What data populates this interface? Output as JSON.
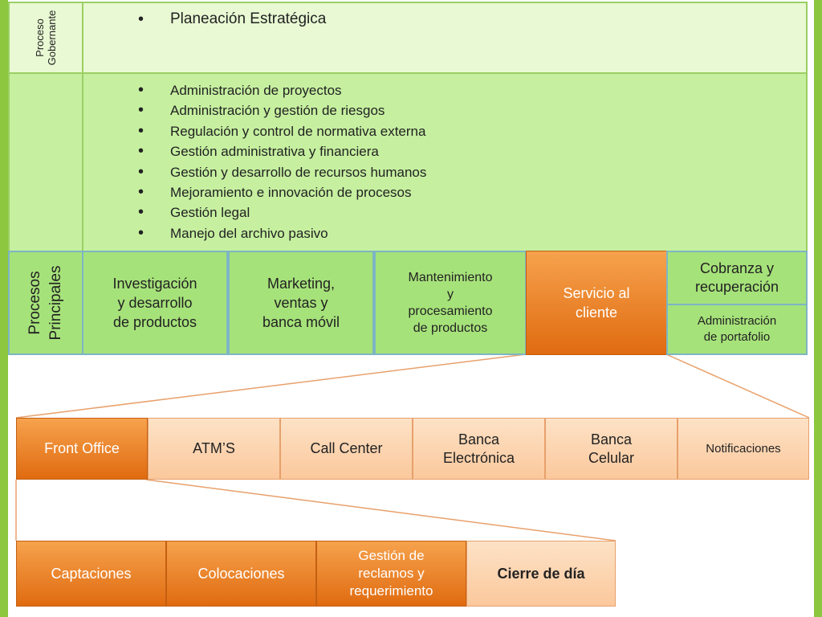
{
  "governing": {
    "label": "Proceso\nGobernante",
    "items": [
      "Planeación Estratégica"
    ]
  },
  "support": {
    "items": [
      "Administración de proyectos",
      "Administración y gestión de riesgos",
      "Regulación y control de normativa externa",
      "Gestión administrativa y financiera",
      "Gestión y desarrollo de recursos humanos",
      "Mejoramiento e innovación de procesos",
      "Gestión legal",
      "Manejo del archivo pasivo"
    ]
  },
  "principal": {
    "label": "Procesos\nPrincipales",
    "boxes": [
      "Investigación\ny desarrollo\nde productos",
      "Marketing,\nventas y\nbanca móvil",
      "Mantenimiento\ny\nprocesamiento\nde productos",
      "Servicio al\ncliente",
      "Cobranza y\nrecuperación",
      "Administración\nde portafolio"
    ]
  },
  "service_channels": [
    "Front Office",
    "ATM’S",
    "Call Center",
    "Banca\nElectrónica",
    "Banca\nCelular",
    "Notificaciones"
  ],
  "front_office": [
    "Captaciones",
    "Colocaciones",
    "Gestión de\nreclamos y\nrequerimiento",
    "Cierre de día"
  ],
  "colors": {
    "frame": "#8dc63f",
    "green_light": "#e8f9d3",
    "green_bright": "#a6e27a",
    "orange": "#e8771c",
    "peach": "#fbd0a8"
  }
}
